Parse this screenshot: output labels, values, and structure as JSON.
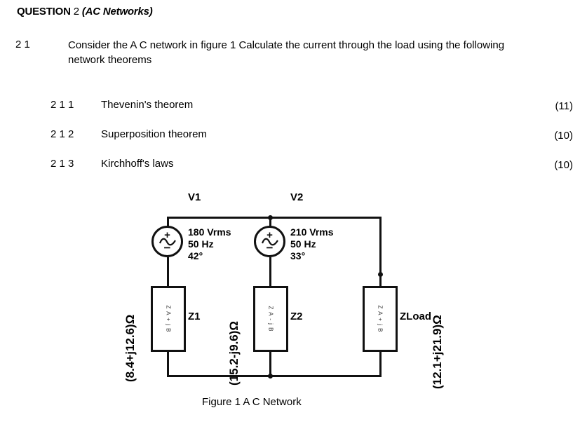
{
  "header": {
    "keyword": "QUESTION",
    "number": "2",
    "topic": "(AC Networks)"
  },
  "question": {
    "index": "2 1",
    "text": "Consider the A C network in figure 1  Calculate the current through the load using the following network theorems",
    "subitems": [
      {
        "index": "2 1 1",
        "label": "Thevenin's theorem",
        "marks": "(11)"
      },
      {
        "index": "2 1 2",
        "label": "Superposition theorem",
        "marks": "(10)"
      },
      {
        "index": "2 1 3",
        "label": "Kirchhoff's laws",
        "marks": "(10)"
      }
    ]
  },
  "figure": {
    "caption": "Figure 1  A C  Network",
    "nodes": {
      "v1_label": "V1",
      "v2_label": "V2"
    },
    "sources": [
      {
        "name": "V1",
        "amplitude": "180 Vrms",
        "frequency": "50 Hz",
        "phase": "42°",
        "plus": "+",
        "minus": "−"
      },
      {
        "name": "V2",
        "amplitude": "210 Vrms",
        "frequency": "50 Hz",
        "phase": "33°",
        "plus": "+",
        "minus": "−"
      }
    ],
    "impedances": [
      {
        "name": "Z1",
        "value": "(8.4+j12.6)Ω",
        "inner": "Z A + j B"
      },
      {
        "name": "Z2",
        "value": "(15.2-j9.6)Ω",
        "inner": "Z A - j B"
      },
      {
        "name": "ZLoad",
        "value": "(12.1+j21.9)Ω",
        "inner": "Z A + j B"
      }
    ]
  },
  "colors": {
    "ink": "#111111",
    "paper": "#ffffff"
  }
}
